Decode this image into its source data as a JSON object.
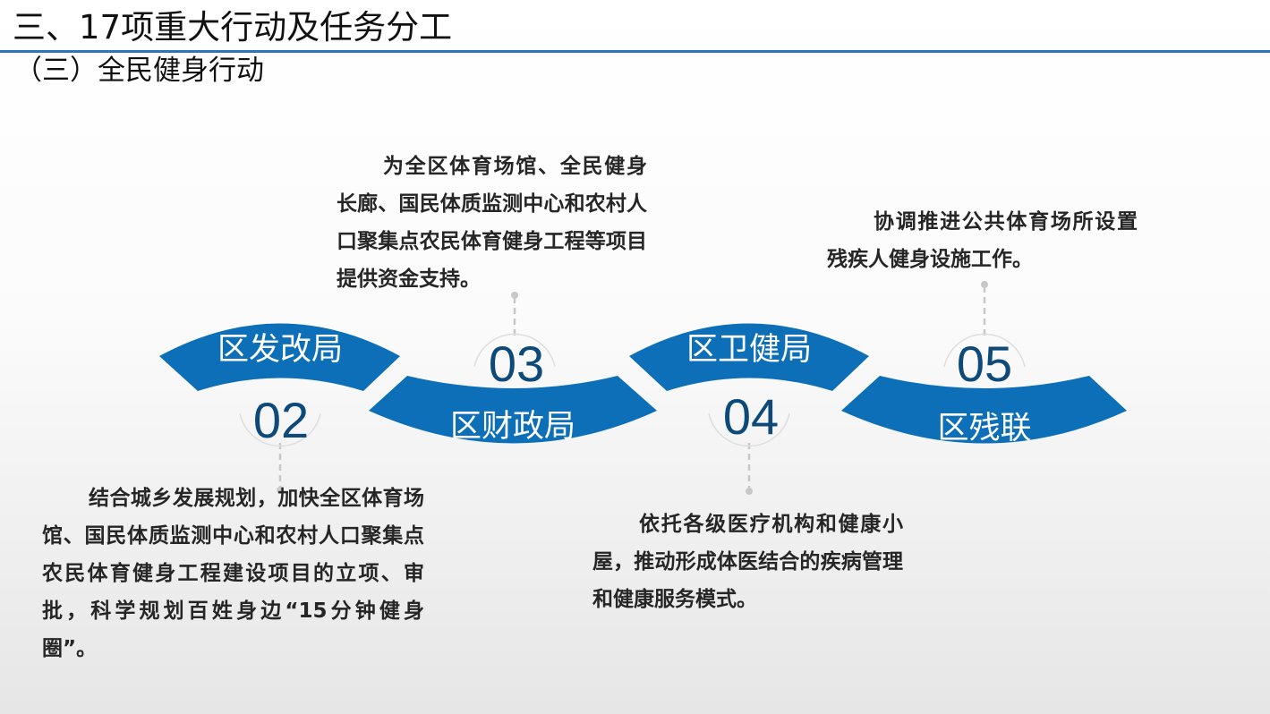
{
  "header": {
    "title": "三、17项重大行动及任务分工",
    "subtitle": "（三）全民健身行动"
  },
  "colors": {
    "accent": "#0d6fb8",
    "number": "#0d4a7a",
    "rule": "#2e75b6",
    "connector": "#c8c8c8"
  },
  "steps": [
    {
      "number": "02",
      "label": "区发改局",
      "description": "结合城乡发展规划，加快全区体育场馆、国民体质监测中心和农村人口聚集点农民体育健身工程建设项目的立项、审批，科学规划百姓身边“15分钟健身圈”。"
    },
    {
      "number": "03",
      "label": "区财政局",
      "description": "为全区体育场馆、全民健身长廊、国民体质监测中心和农村人口聚集点农民体育健身工程等项目提供资金支持。"
    },
    {
      "number": "04",
      "label": "区卫健局",
      "description": "依托各级医疗机构和健康小屋，推动形成体医结合的疾病管理和健康服务模式。"
    },
    {
      "number": "05",
      "label": "区残联",
      "description": "协调推进公共体育场所设置残疾人健身设施工作。"
    }
  ]
}
